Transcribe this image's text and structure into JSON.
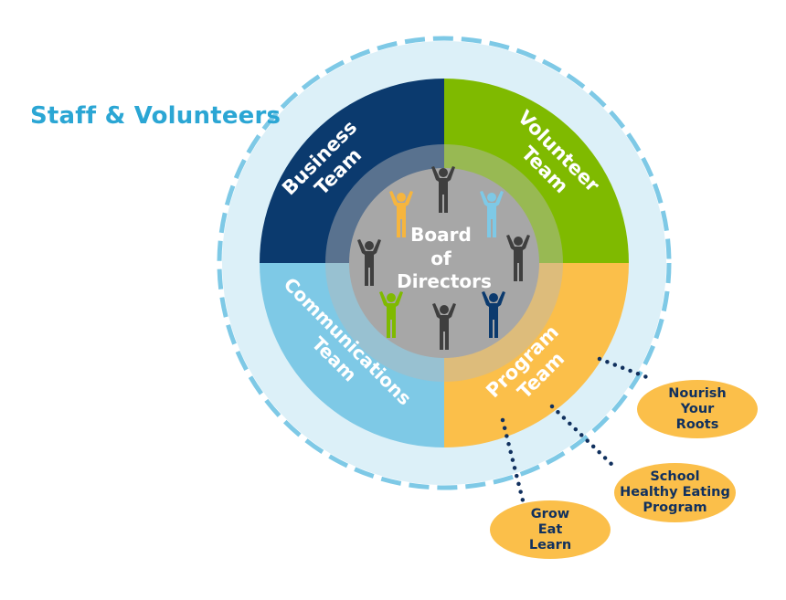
{
  "title": "Staff & Volunteers",
  "center": {
    "lines": [
      "Board",
      "of",
      "Directors"
    ]
  },
  "quadrants": {
    "business": {
      "lines": [
        "Business",
        "Team"
      ],
      "color": "#0b3a6e"
    },
    "volunteer": {
      "lines": [
        "Volunteer",
        "Team"
      ],
      "color": "#7fba00"
    },
    "communications": {
      "lines": [
        "Communications",
        "Team"
      ],
      "color": "#7ec9e6"
    },
    "program": {
      "lines": [
        "Program",
        "Team"
      ],
      "color": "#fbbf4a"
    }
  },
  "programs": {
    "nourish": {
      "lines": [
        "Nourish",
        "Your",
        "Roots"
      ]
    },
    "school": {
      "lines": [
        "School",
        "Healthy Eating",
        "Program"
      ]
    },
    "grow": {
      "lines": [
        "Grow",
        "Eat",
        "Learn"
      ]
    }
  },
  "people_icons": [
    {
      "name": "person-icon-top",
      "color": "#3f3f3f"
    },
    {
      "name": "person-icon-upper-left",
      "color": "#f6b53e"
    },
    {
      "name": "person-icon-upper-right",
      "color": "#7ec9e6"
    },
    {
      "name": "person-icon-left",
      "color": "#3f3f3f"
    },
    {
      "name": "person-icon-right",
      "color": "#3f3f3f"
    },
    {
      "name": "person-icon-lower-left",
      "color": "#7fba00"
    },
    {
      "name": "person-icon-bottom",
      "color": "#3f3f3f"
    },
    {
      "name": "person-icon-lower-right",
      "color": "#0b3a6e"
    }
  ],
  "colors": {
    "outer_ring": "#dcf0f8",
    "outer_dash": "#7ec9e6",
    "inner_ring": "#b7b7b7",
    "center_disc": "#a7a7a7",
    "title": "#2ba6d4",
    "dots": "#10305e"
  }
}
